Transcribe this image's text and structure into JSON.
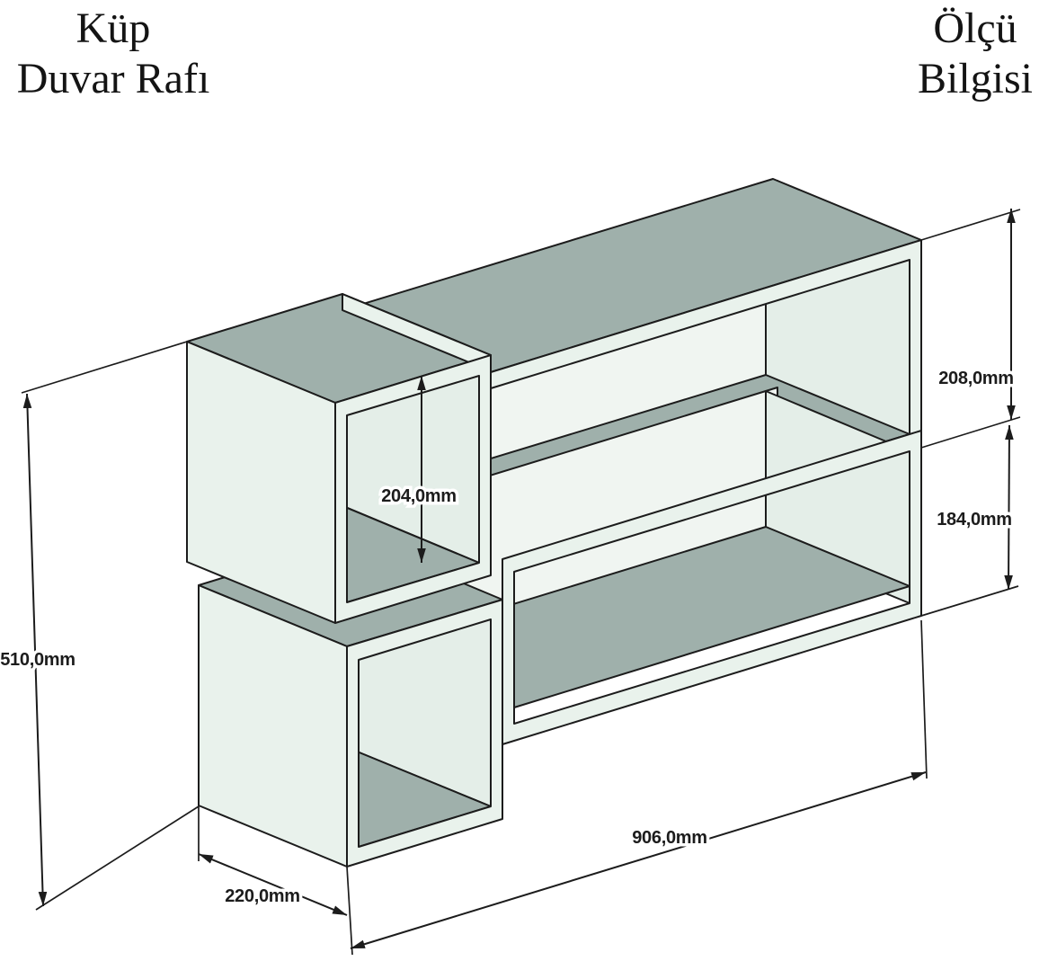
{
  "header": {
    "product_line1": "Küp",
    "product_line2": "Duvar Rafı",
    "info_line1": "Ölçü",
    "info_line2": "Bilgisi"
  },
  "dimensions": {
    "total_height": "510,0mm",
    "cube_inner_height": "204,0mm",
    "upper_shelf_height": "208,0mm",
    "lower_shelf_height": "184,0mm",
    "total_width": "906,0mm",
    "depth": "220,0mm"
  },
  "colors": {
    "surface_dark": "#9fb0ab",
    "surface_light": "#e9f2ec",
    "surface_back": "#f0f5f1",
    "surface_wall": "#e4eee8",
    "line": "#1c1c1c",
    "background": "#ffffff"
  }
}
